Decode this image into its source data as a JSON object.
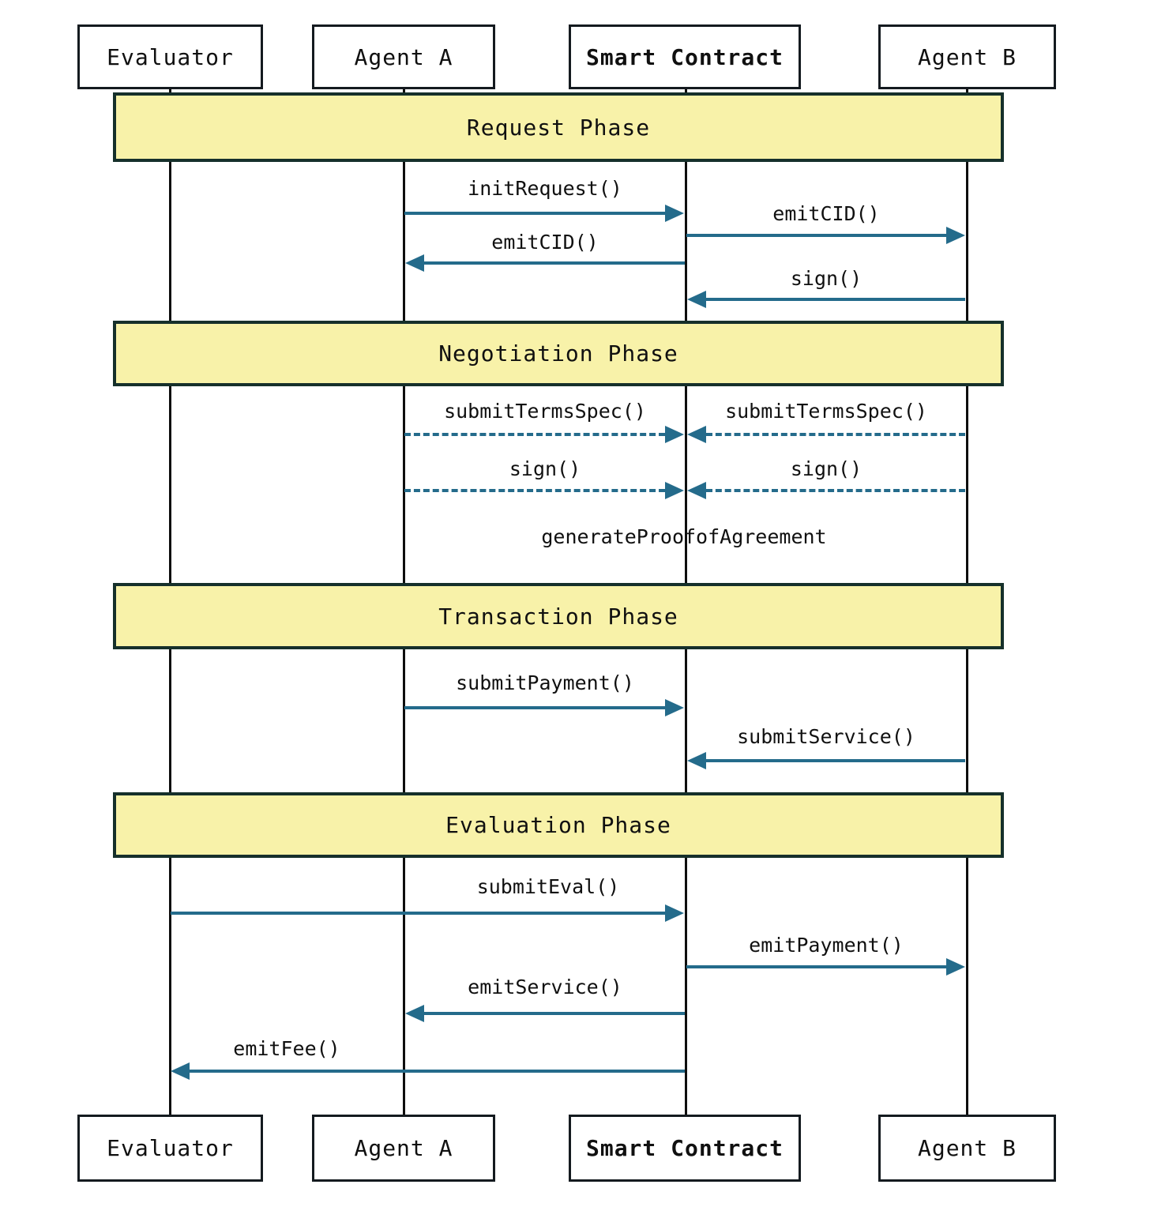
{
  "diagram_type": "sequence-diagram",
  "actors": [
    {
      "label": "Evaluator",
      "bold": false
    },
    {
      "label": "Agent A",
      "bold": false
    },
    {
      "label": "Smart Contract",
      "bold": true
    },
    {
      "label": "Agent B",
      "bold": false
    }
  ],
  "phases": [
    {
      "label": "Request Phase"
    },
    {
      "label": "Negotiation Phase"
    },
    {
      "label": "Transaction Phase"
    },
    {
      "label": "Evaluation Phase"
    }
  ],
  "messages": [
    {
      "label": "initRequest()",
      "from": "Agent A",
      "to": "Smart Contract",
      "line": "solid",
      "phase": "Request Phase"
    },
    {
      "label": "emitCID()",
      "from": "Smart Contract",
      "to": "Agent B",
      "line": "solid",
      "phase": "Request Phase"
    },
    {
      "label": "emitCID()",
      "from": "Smart Contract",
      "to": "Agent A",
      "line": "solid",
      "phase": "Request Phase"
    },
    {
      "label": "sign()",
      "from": "Agent B",
      "to": "Smart Contract",
      "line": "solid",
      "phase": "Request Phase"
    },
    {
      "label": "submitTermsSpec()",
      "from": "Agent A",
      "to": "Smart Contract",
      "line": "dashed",
      "phase": "Negotiation Phase"
    },
    {
      "label": "submitTermsSpec()",
      "from": "Agent B",
      "to": "Smart Contract",
      "line": "dashed",
      "phase": "Negotiation Phase"
    },
    {
      "label": "sign()",
      "from": "Agent A",
      "to": "Smart Contract",
      "line": "dashed",
      "phase": "Negotiation Phase"
    },
    {
      "label": "sign()",
      "from": "Agent B",
      "to": "Smart Contract",
      "line": "dashed",
      "phase": "Negotiation Phase"
    },
    {
      "label": "submitPayment()",
      "from": "Agent A",
      "to": "Smart Contract",
      "line": "solid",
      "phase": "Transaction Phase"
    },
    {
      "label": "submitService()",
      "from": "Agent B",
      "to": "Smart Contract",
      "line": "solid",
      "phase": "Transaction Phase"
    },
    {
      "label": "submitEval()",
      "from": "Evaluator",
      "to": "Smart Contract",
      "line": "solid",
      "phase": "Evaluation Phase"
    },
    {
      "label": "emitPayment()",
      "from": "Smart Contract",
      "to": "Agent B",
      "line": "solid",
      "phase": "Evaluation Phase"
    },
    {
      "label": "emitService()",
      "from": "Smart Contract",
      "to": "Agent A",
      "line": "solid",
      "phase": "Evaluation Phase"
    },
    {
      "label": "emitFee()",
      "from": "Smart Contract",
      "to": "Evaluator",
      "line": "solid",
      "phase": "Evaluation Phase"
    }
  ],
  "note": {
    "label": "generateProofofAgreement",
    "on": "Smart Contract",
    "phase": "Negotiation Phase"
  },
  "colors": {
    "arrow": "#246b8b",
    "phase_fill": "#f8f2a9",
    "phase_border": "#16302b",
    "box_fill": "#ffffff",
    "box_border": "#141a1f",
    "lifeline": "#0e0e0e",
    "text": "#101010",
    "background": "#ffffff"
  }
}
